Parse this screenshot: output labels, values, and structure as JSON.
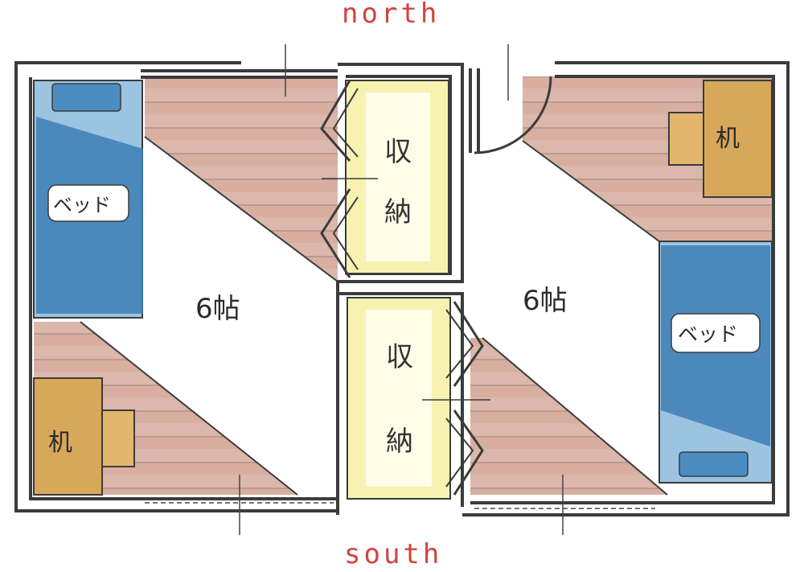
{
  "compass": {
    "north": "north",
    "south": "south"
  },
  "rooms": [
    {
      "id": "left",
      "label": "6帖"
    },
    {
      "id": "right",
      "label": "6帖"
    }
  ],
  "storage": [
    {
      "id": "upper",
      "line1": "収",
      "line2": "納"
    },
    {
      "id": "lower",
      "line1": "収",
      "line2": "納"
    }
  ],
  "furniture": {
    "bed_label": "ベッド",
    "desk_label": "机"
  },
  "colors": {
    "wall": "#3b3b3b",
    "floor": "#d9b3a6",
    "bed": "#3d7fb6",
    "desk": "#d8a85a",
    "storage": "#f7f2b0",
    "compass_text": "#d2433f"
  }
}
